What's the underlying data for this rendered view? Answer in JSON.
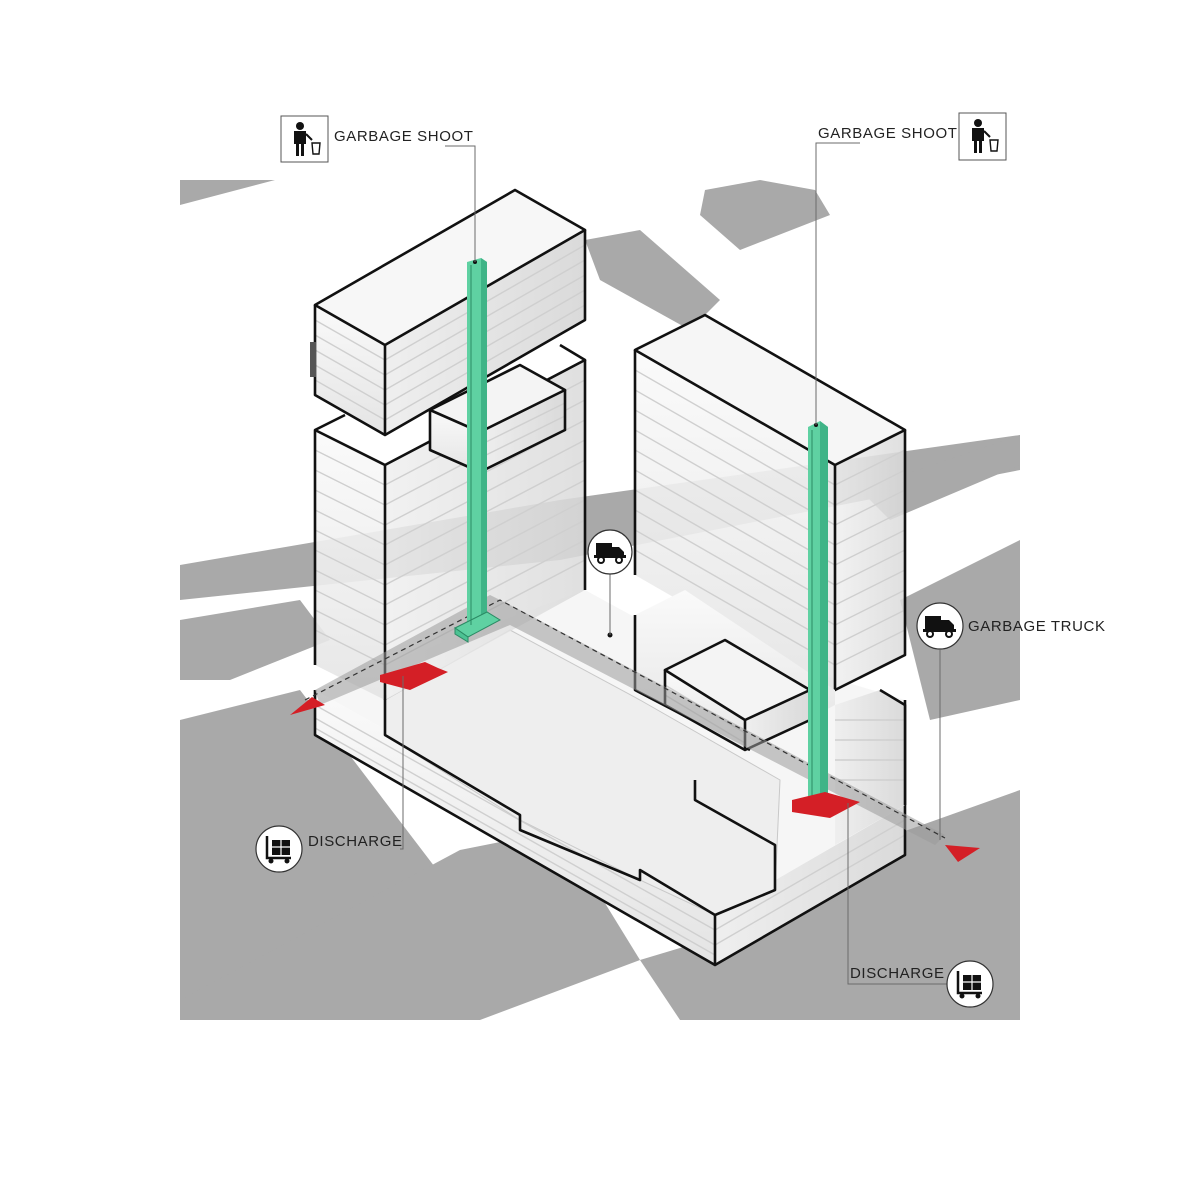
{
  "labels": {
    "shoot_left": "GARBAGE SHOOT",
    "shoot_right": "GARBAGE SHOOT",
    "truck": "GARBAGE TRUCK",
    "discharge_left": "DISCHARGE",
    "discharge_right": "DISCHARGE"
  },
  "icons": {
    "trash_person": "person-disposing-trash-icon",
    "truck": "garbage-truck-icon",
    "discharge": "trash-cart-icon",
    "arrow": "direction-arrow-icon"
  },
  "colors": {
    "roads": "#a9a9a9",
    "chute": "#5fd1a2",
    "discharge_area": "#d41f26",
    "arrow": "#d41f26",
    "outline": "#111111",
    "building_fill": "#f1f1f1"
  }
}
